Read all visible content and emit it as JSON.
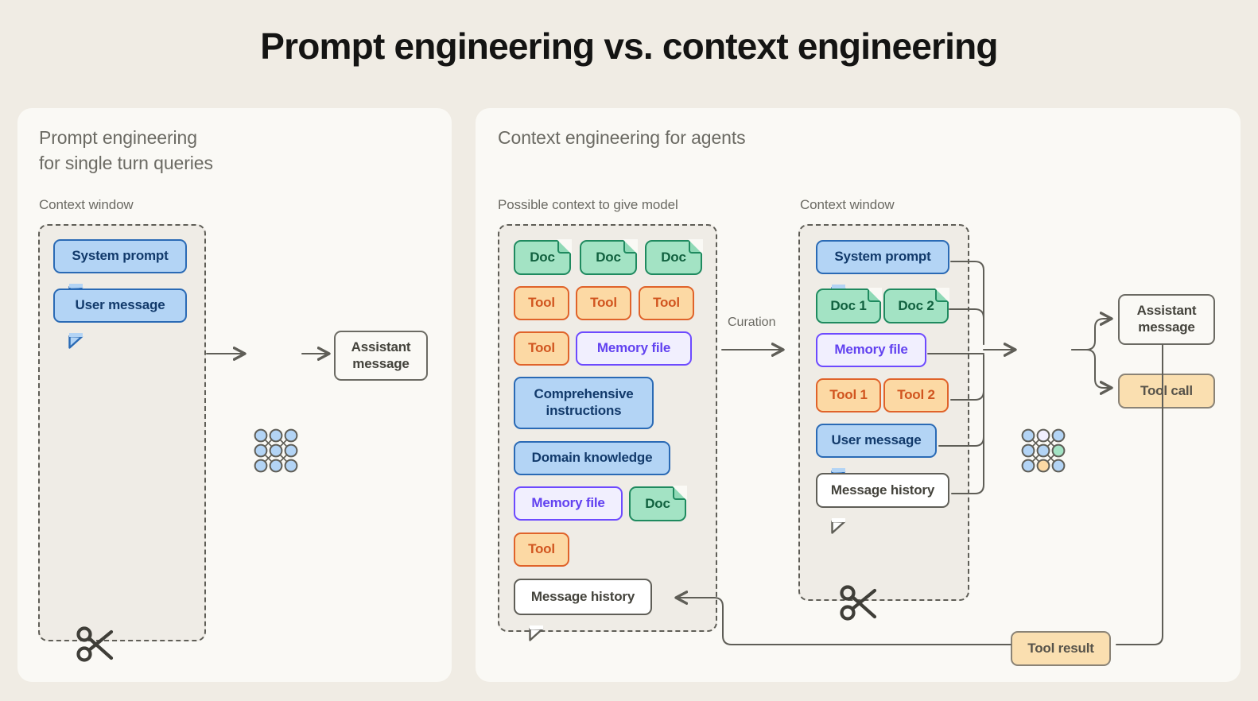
{
  "title": "Prompt engineering vs. context engineering",
  "colors": {
    "page_background": "#f0ece4",
    "panel_background": "#faf9f5",
    "context_window_fill": "#efece6",
    "blue_fill": "#b3d4f5",
    "blue_border": "#2a6ab5",
    "green_fill": "#a3e3c4",
    "green_border": "#1f8a5f",
    "orange_fill": "#fcd9a4",
    "orange_border": "#e0632a",
    "purple_fill": "#f1effe",
    "purple_border": "#6d4aff",
    "tan_fill": "#fadfb0",
    "line_color": "#5f5e57",
    "text_muted": "#6b6a63"
  },
  "left_panel": {
    "heading": "Prompt engineering\nfor single turn queries",
    "context_window_label": "Context window",
    "nodes": [
      {
        "label": "System prompt",
        "type": "blue-bubble"
      },
      {
        "label": "User message",
        "type": "blue-bubble"
      }
    ],
    "model_icon": "neural-network-icon",
    "output": {
      "label": "Assistant\nmessage",
      "type": "plain-box"
    },
    "trim_icon": "scissors-icon"
  },
  "right_panel": {
    "heading": "Context engineering for agents",
    "possible_context_label": "Possible context to give model",
    "context_window_label": "Context window",
    "curation_label": "Curation",
    "possible_context_nodes": [
      {
        "label": "Doc",
        "type": "green-doc"
      },
      {
        "label": "Doc",
        "type": "green-doc"
      },
      {
        "label": "Doc",
        "type": "green-doc"
      },
      {
        "label": "Tool",
        "type": "orange"
      },
      {
        "label": "Tool",
        "type": "orange"
      },
      {
        "label": "Tool",
        "type": "orange"
      },
      {
        "label": "Tool",
        "type": "orange"
      },
      {
        "label": "Memory file",
        "type": "purple"
      },
      {
        "label": "Comprehensive\ninstructions",
        "type": "blue"
      },
      {
        "label": "Domain knowledge",
        "type": "blue"
      },
      {
        "label": "Memory file",
        "type": "purple"
      },
      {
        "label": "Doc",
        "type": "green-doc"
      },
      {
        "label": "Tool",
        "type": "orange"
      },
      {
        "label": "Message history",
        "type": "white-bubble"
      }
    ],
    "context_window_nodes": [
      {
        "label": "System prompt",
        "type": "blue-bubble"
      },
      {
        "label": "Doc 1",
        "type": "green-doc"
      },
      {
        "label": "Doc 2",
        "type": "green-doc"
      },
      {
        "label": "Memory file",
        "type": "purple"
      },
      {
        "label": "Tool 1",
        "type": "orange"
      },
      {
        "label": "Tool 2",
        "type": "orange"
      },
      {
        "label": "User message",
        "type": "blue-bubble"
      },
      {
        "label": "Message history",
        "type": "white-bubble"
      }
    ],
    "model_icon": "neural-network-icon",
    "outputs": [
      {
        "label": "Assistant\nmessage",
        "type": "plain-box"
      },
      {
        "label": "Tool call",
        "type": "tan-box"
      }
    ],
    "feedback": {
      "label": "Tool result",
      "type": "tan-box"
    },
    "trim_icon": "scissors-icon"
  }
}
